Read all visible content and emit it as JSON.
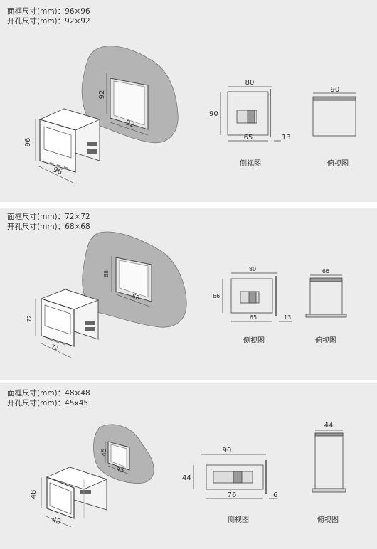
{
  "sections": [
    {
      "face_frame_size": "面框尺寸(mm)：96×96",
      "cutout_size": "开孔尺寸(mm)：92×92",
      "iso": {
        "cutout_w": "92",
        "cutout_h": "92",
        "front_w": "96",
        "front_h": "96"
      },
      "side": {
        "depth": "80",
        "height": "90",
        "body": "65",
        "gap": "13",
        "title": "侧视图"
      },
      "top": {
        "width": "90",
        "title": "俯视图"
      }
    },
    {
      "face_frame_size": "面框尺寸(mm)：72×72",
      "cutout_size": "开孔尺寸(mm)：68×68",
      "iso": {
        "cutout_w": "68",
        "cutout_h": "68",
        "front_w": "72",
        "front_h": "72"
      },
      "side": {
        "depth": "80",
        "height": "66",
        "body": "65",
        "gap": "13",
        "title": "侧视图"
      },
      "top": {
        "width": "66",
        "title": "俯视图"
      }
    },
    {
      "face_frame_size": "面框尺寸(mm)：48×48",
      "cutout_size": "开孔尺寸(mm)：45x45",
      "iso": {
        "cutout_w": "45",
        "cutout_h": "45",
        "front_w": "48",
        "front_h": "48"
      },
      "side": {
        "depth": "90",
        "height": "44",
        "body": "76",
        "gap": "6",
        "title": "侧视图"
      },
      "top": {
        "width": "44",
        "title": "俯视图"
      }
    }
  ]
}
